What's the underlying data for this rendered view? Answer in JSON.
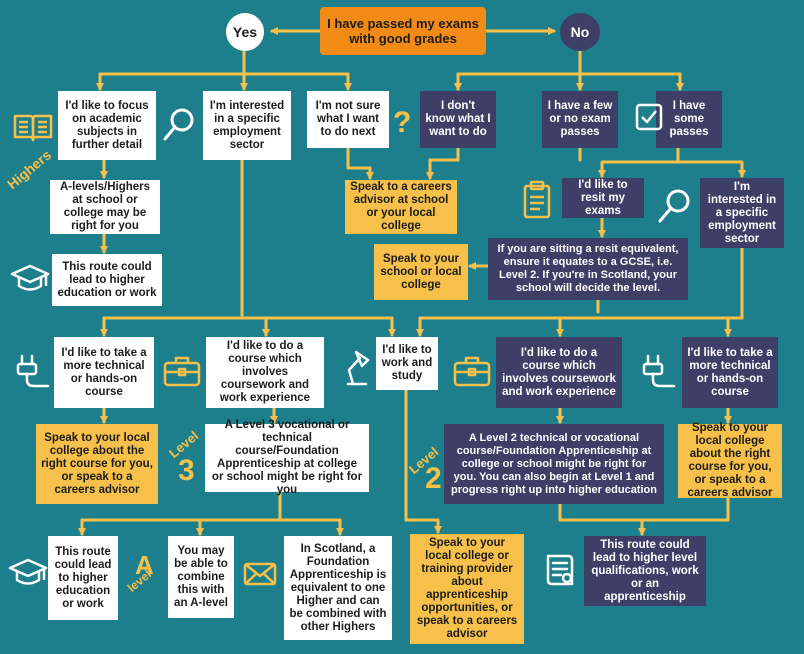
{
  "start": {
    "label": "I have passed my exams with good grades"
  },
  "yes_label": "Yes",
  "no_label": "No",
  "colors": {
    "background": "#1d7f8c",
    "line": "#f6c04a",
    "white_box": "#ffffff",
    "navy_box": "#3d3f67",
    "yellow_box": "#f6c04a",
    "orange_box": "#f28a16"
  },
  "yes_branch": {
    "academic": "I'd like to focus on academic subjects in further detail",
    "sector": "I'm interested in a specific employment sector",
    "not_sure": "I'm not sure what I want to do next",
    "highers_label": "Highers",
    "alevels": "A-levels/Highers at school or college may be right for you",
    "higher_ed": "This route could lead to higher education or work"
  },
  "no_branch": {
    "dont_know": "I don't know what I want to do",
    "few_passes": "I have a few or no exam passes",
    "some_passes": "I have some passes",
    "resit": "I'd like to resit my exams",
    "sector": "I'm interested in a specific employment sector",
    "resit_info": "If you are sitting a resit equivalent, ensure it equates to a GCSE, i.e. Level 2. If you're in Scotland, your school will decide the level."
  },
  "advisors": {
    "careers": "Speak to a careers advisor at school or your local college",
    "school_college": "Speak to your school or local college"
  },
  "level3": {
    "label_text": "Level",
    "label_num": "3",
    "technical": "I'd like to take a more technical or hands-on course",
    "coursework": "I'd like to do a course which involves coursework and work experience",
    "work_study": "I'd like to work and study",
    "speak_college": "Speak to your local college about the right course for you, or speak to a careers advisor",
    "vocational": "A Level 3 vocational or technical course/Foundation Apprenticeship at college or school might be right for you",
    "higher_ed": "This route could lead to higher education or work",
    "alevel_label_a": "A",
    "alevel_label_rest": "level",
    "combine": "You may be able to combine this with an A-level",
    "scotland": "In Scotland, a Foundation Apprenticeship is equivalent to one Higher and can be combined with other Highers",
    "training": "Speak to your local college or training provider about apprenticeship opportunities, or speak to a careers advisor"
  },
  "level2": {
    "label_text": "Level",
    "label_num": "2",
    "coursework": "I'd like to do a course which involves coursework and work experience",
    "technical": "I'd like to take a more technical or hands-on course",
    "apprenticeship": "A Level 2 technical or vocational course/Foundation Apprenticeship at college or school might be right for you. You can also begin at Level 1 and progress right up into higher education",
    "speak_college": "Speak to your local college about the right course for you, or speak to a careers advisor",
    "higher_level": "This route could lead to higher level qualifications, work or an apprenticeship"
  },
  "icons": [
    "book-icon",
    "magnifier-icon",
    "question-icon",
    "graduation-cap-icon",
    "checkbox-icon",
    "clipboard-icon",
    "toolbox-icon",
    "desk-lamp-icon",
    "plug-icon",
    "envelope-icon",
    "certificate-icon"
  ]
}
